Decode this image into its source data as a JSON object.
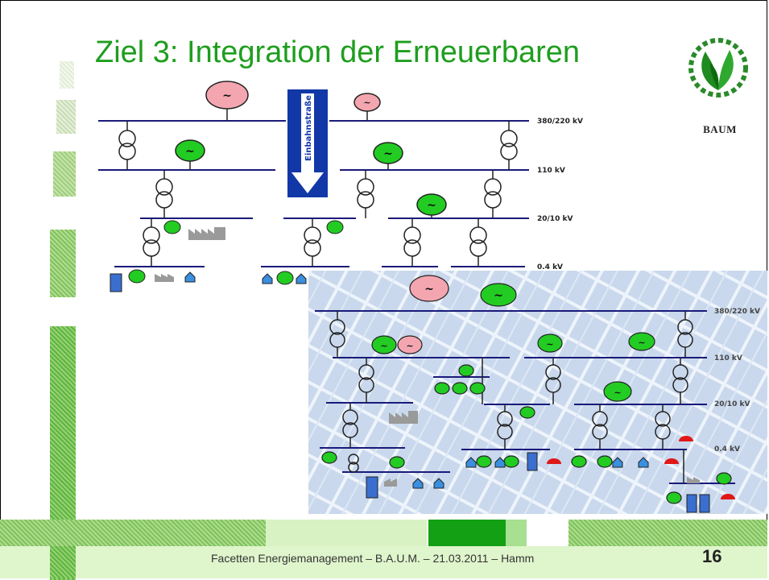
{
  "slide": {
    "title": "Ziel 3: Integration der Erneuerbaren",
    "footer": "Facetten Energiemanagement – B.A.U.M. – 21.03.2011 – Hamm",
    "page_number": "16"
  },
  "logo": {
    "text": "BAUM"
  },
  "diagram_top": {
    "arrow_label": "Einbahnstraße",
    "voltage_levels": [
      "380/220 kV",
      "110 kV",
      "20/10 kV",
      "0.4 kV"
    ]
  },
  "diagram_bottom": {
    "voltage_levels": [
      "380/220 kV",
      "110 kV",
      "20/10 kV",
      "0.4 kV"
    ]
  },
  "generator_symbol": "~",
  "colors": {
    "title_green": "#1e9e1e",
    "bus_line": "#1a1a7a",
    "renewable_gen": "#22cc22",
    "conventional_gen": "#f4a6b0",
    "arrow_blue": "#1238a8"
  }
}
